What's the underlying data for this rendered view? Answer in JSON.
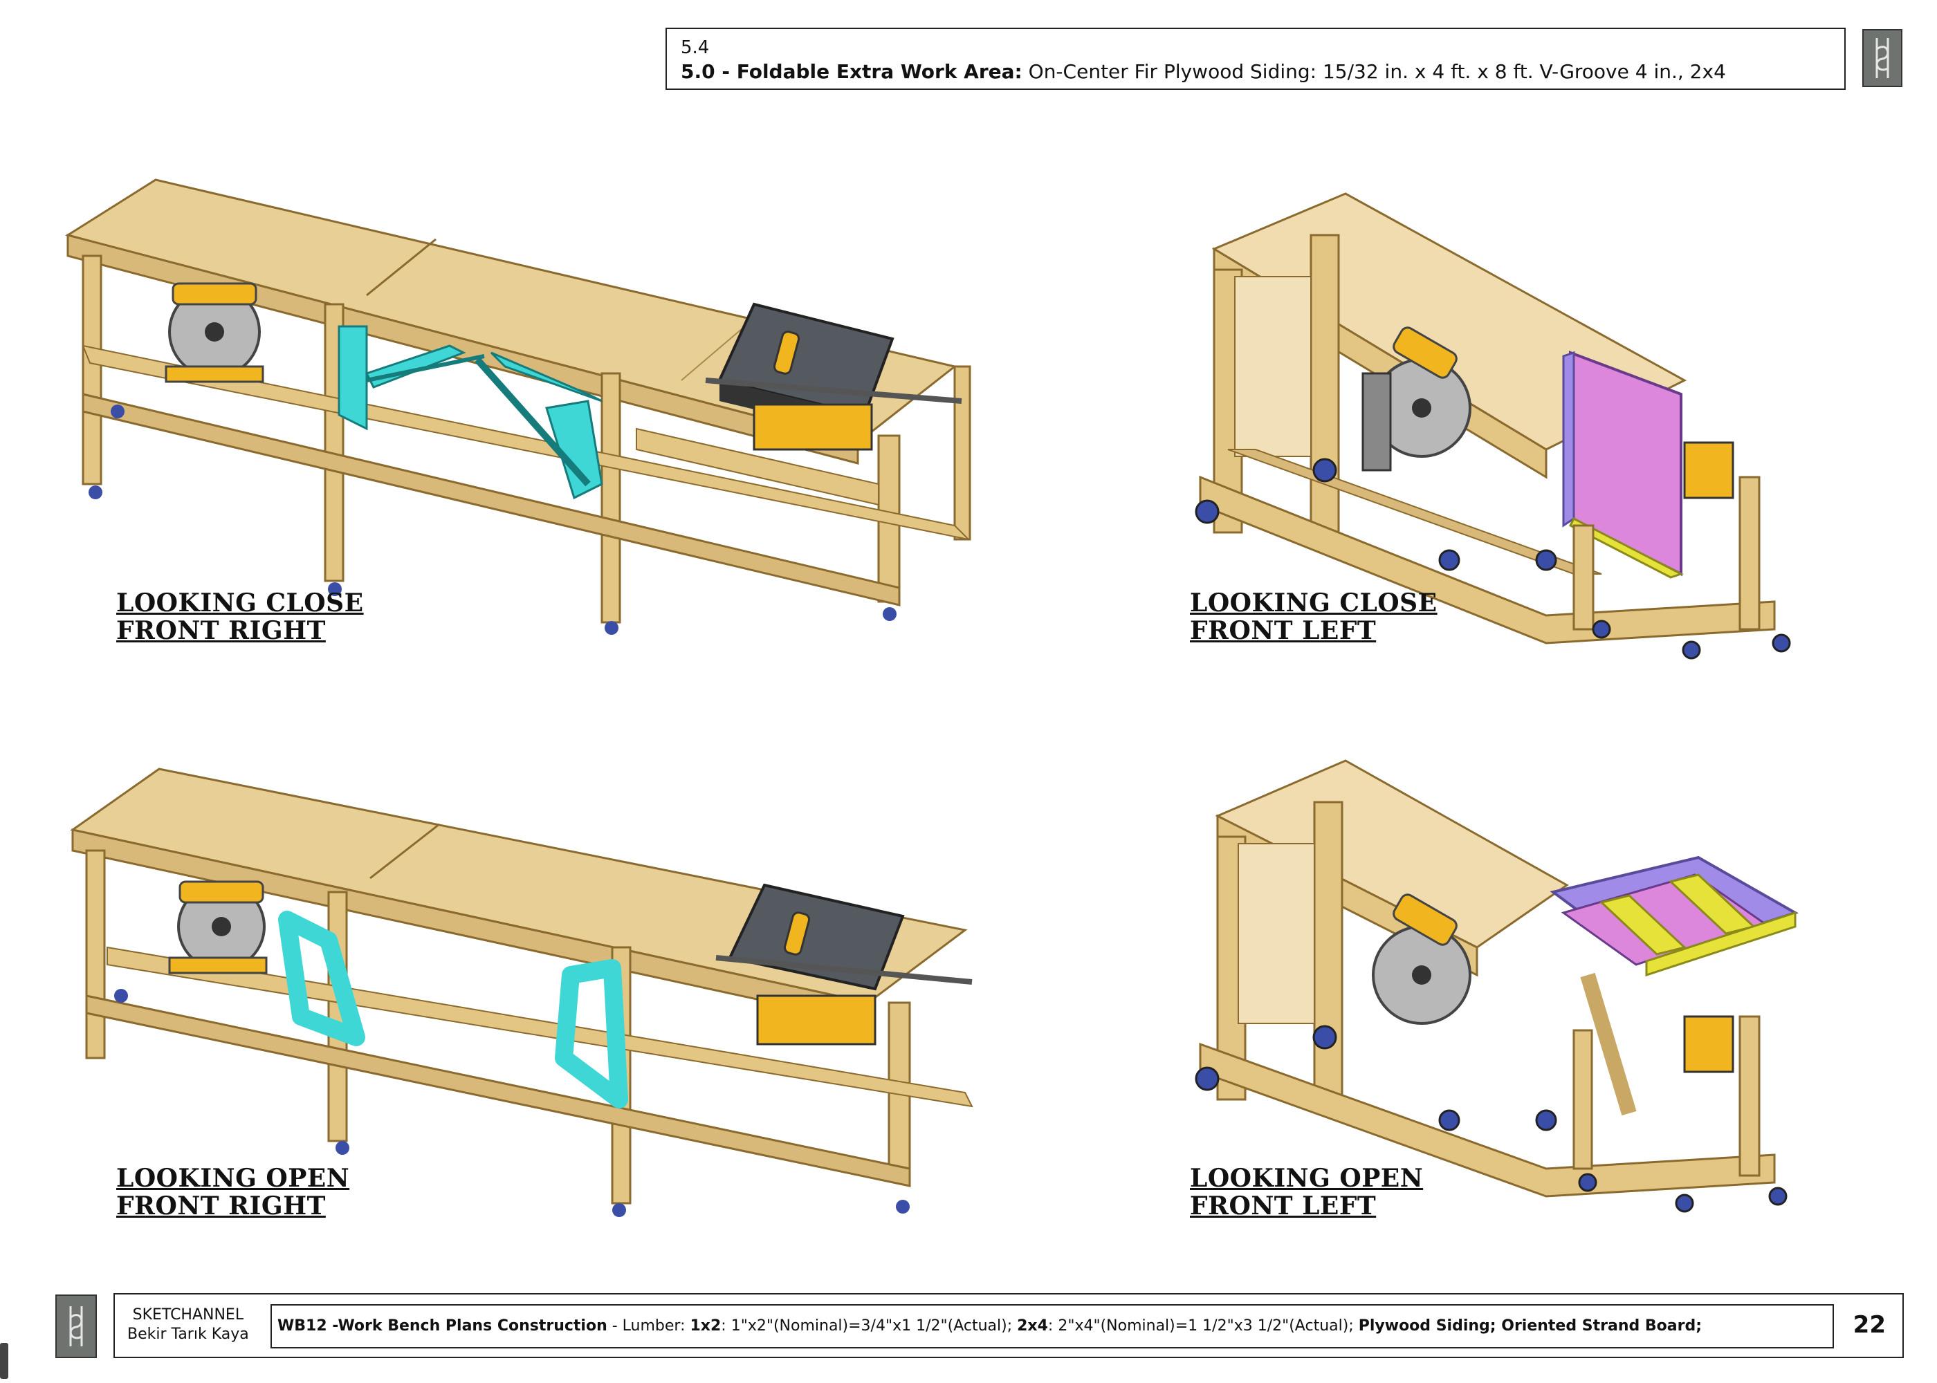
{
  "header": {
    "section": "5.4",
    "title_bold": "5.0 - Foldable Extra Work Area:",
    "title_rest": " On-Center Fir Plywood Siding: 15/32 in. x 4 ft. x 8 ft. V-Groove 4 in., 2x4"
  },
  "captions": {
    "close_front_right": [
      "LOOKING CLOSE",
      "FRONT RIGHT"
    ],
    "close_front_left": [
      "LOOKING CLOSE",
      "FRONT LEFT"
    ],
    "open_front_right": [
      "LOOKING OPEN",
      "FRONT RIGHT"
    ],
    "open_front_left": [
      "LOOKING OPEN",
      "FRONT LEFT"
    ]
  },
  "footer": {
    "brand": "SKETCHANNEL",
    "author": "Bekir Tarık Kaya",
    "desc_b1": "WB12 -Work Bench Plans Construction",
    "desc_t1": " - Lumber: ",
    "desc_b2": "1x2",
    "desc_t2": ": 1\"x2\"(Nominal)=3/4\"x1 1/2\"(Actual); ",
    "desc_b3": "2x4",
    "desc_t3": ": 2\"x4\"(Nominal)=1 1/2\"x3 1/2\"(Actual); ",
    "desc_b4": "Plywood Siding; Oriented Strand Board;",
    "page": "22"
  },
  "colors": {
    "wood": "#e8cf96",
    "wood_dark": "#c9a866",
    "cyan": "#3fd6d6",
    "pink": "#dc86dc",
    "purple": "#a08ce8",
    "yellow": "#e6e23a",
    "saw_yellow": "#f1b51f",
    "wheel": "#3a4ea8"
  }
}
